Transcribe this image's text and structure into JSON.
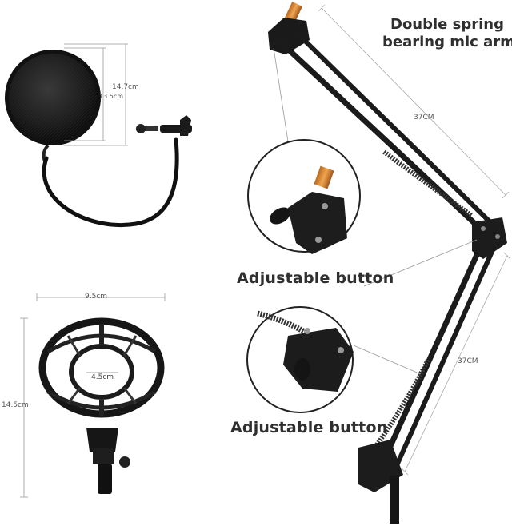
{
  "title_line1": "Double spring",
  "title_line2": "bearing mic arm",
  "labels": {
    "adjustable_button_1": "Adjustable button",
    "adjustable_button_2": "Adjustable button"
  },
  "dimensions": {
    "pop_filter_outer": "14.7cm",
    "pop_filter_inner": "13.5cm",
    "shock_mount_width": "9.5cm",
    "shock_mount_height": "14.5cm",
    "shock_mount_inner": "4.5cm",
    "arm_upper": "37CM",
    "arm_lower": "37CM"
  }
}
